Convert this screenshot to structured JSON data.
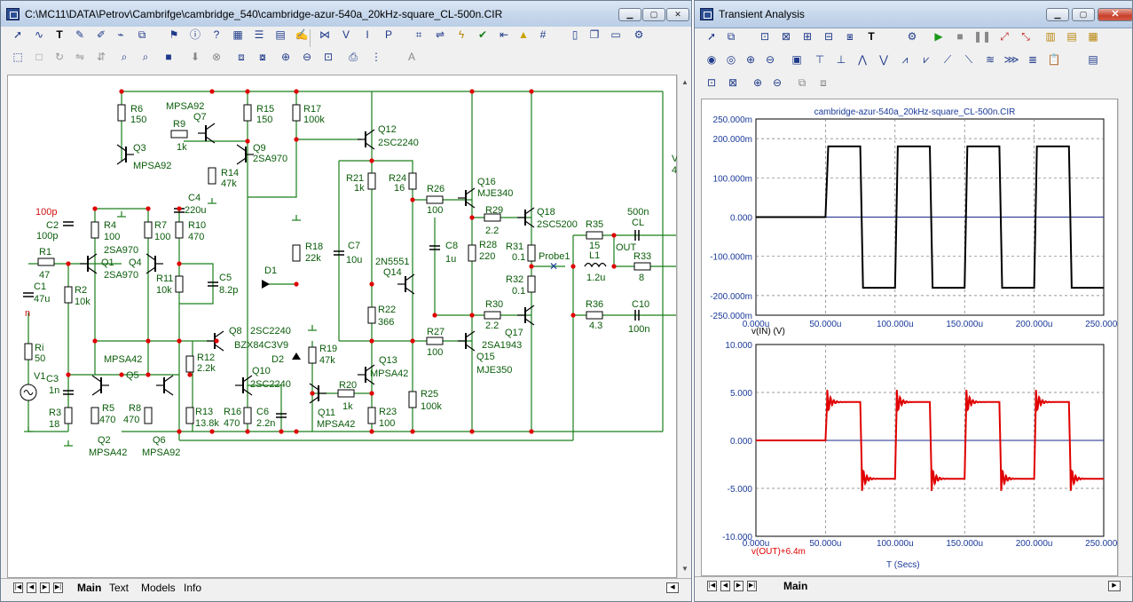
{
  "schematic_window": {
    "title": "C:\\MC11\\DATA\\Petrov\\Cambrifge\\cambridge_540\\cambridge-azur-540a_20kHz-square_CL-500n.CIR",
    "tabs": [
      "Main",
      "Text",
      "Models",
      "Info"
    ],
    "labels": {
      "R6": "R6",
      "v150a": "150",
      "MPSA92": "MPSA92",
      "Q7": "Q7",
      "R9": "R9",
      "v1k": "1k",
      "Q3": "Q3",
      "Q3m": "MPSA92",
      "R15": "R15",
      "v150b": "150",
      "R17": "R17",
      "v100k": "100k",
      "Q12": "Q12",
      "Q12m": "2SC2240",
      "Q9": "Q9",
      "Q9m": "2SA970",
      "R14": "R14",
      "v47k": "47k",
      "C4": "C4",
      "v220u": "220u",
      "R21": "R21",
      "v1kb": "1k",
      "R24": "R24",
      "v16": "16",
      "R26": "R26",
      "v100": "100",
      "Q16": "Q16",
      "Q16m": "MJE340",
      "p100": "100p",
      "C2": "C2",
      "v100p": "100p",
      "R4": "R4",
      "v100a": "100",
      "R7": "R7",
      "v100b": "100",
      "R10": "R10",
      "v470a": "470",
      "Q1m": "2SA970",
      "Q1": "Q1",
      "Q4": "Q4",
      "Q4m": "2SA970",
      "R1": "R1",
      "v47": "47",
      "C1": "C1",
      "v47u": "47u",
      "n": "n",
      "R2": "R2",
      "v10k": "10k",
      "R11": "R11",
      "v10kb": "10k",
      "C5": "C5",
      "v82p": "8.2p",
      "D1": "D1",
      "R18": "R18",
      "v22k": "22k",
      "C7": "C7",
      "v10u": "10u",
      "Q14m": "2N5551",
      "Q14": "Q14",
      "R22": "R22",
      "v366": "366",
      "C8": "C8",
      "v1u": "1u",
      "R28": "R28",
      "v220": "220",
      "R29": "R29",
      "v22a": "2.2",
      "R31": "R31",
      "v01a": "0.1",
      "Q18": "Q18",
      "Q18m": "2SC5200",
      "Probe1": "Probe1",
      "R32": "R32",
      "v01b": "0.1",
      "Q17": "Q17",
      "R30": "R30",
      "v22b": "2.2",
      "Q15": "Q15",
      "Q15m": "MJE350",
      "R27": "R27",
      "v100c": "100",
      "Q17m": "2SA1943",
      "R35": "R35",
      "v15": "15",
      "L1": "L1",
      "v12u": "1.2u",
      "OUT": "OUT",
      "v500n": "500n",
      "CL": "CL",
      "R33": "R33",
      "v8": "8",
      "R36": "R36",
      "v43": "4.3",
      "C10": "C10",
      "v100n": "100n",
      "Ri": "Ri",
      "v50": "50",
      "V1": "V1",
      "C3": "C3",
      "v1n": "1n",
      "R3": "R3",
      "v18": "18",
      "MPSA42": "MPSA42",
      "Q5": "Q5",
      "R5": "R5",
      "v470b": "470",
      "R8": "R8",
      "v470c": "470",
      "Q2": "Q2",
      "Q2m": "MPSA42",
      "Q6": "Q6",
      "Q6m": "MPSA92",
      "Q8": "Q8",
      "Q8m": "2SC2240",
      "D2m": "BZX84C3V9",
      "D2": "D2",
      "R12": "R12",
      "v22kb": "2.2k",
      "Q10": "Q10",
      "Q10m": "2SC2240",
      "R13": "R13",
      "v138k": "13.8k",
      "R16": "R16",
      "v470d": "470",
      "C6": "C6",
      "v22n": "2.2n",
      "R19": "R19",
      "v47kb": "47k",
      "R20": "R20",
      "v1kc": "1k",
      "Q13": "Q13",
      "Q13m": "MPSA42",
      "Q11": "Q11",
      "Q11m": "MPSA42",
      "R23": "R23",
      "v100d": "100",
      "R25": "R25",
      "v100kb": "100k",
      "V": "V",
      "v4": "4"
    }
  },
  "analysis_window": {
    "title": "Transient Analysis",
    "tabs": [
      "Main"
    ],
    "plot_title": "cambridge-azur-540a_20kHz-square_CL-500n.CIR",
    "top_plot": {
      "yticks": [
        "250.000m",
        "200.000m",
        "100.000m",
        "0.000",
        "-100.000m",
        "-200.000m",
        "-250.000m"
      ],
      "xticks": [
        "0.000u",
        "50.000u",
        "100.000u",
        "150.000u",
        "200.000u",
        "250.000u"
      ],
      "ylabel": "v(IN) (V)",
      "color": "#000000"
    },
    "bottom_plot": {
      "yticks": [
        "10.000",
        "5.000",
        "0.000",
        "-5.000",
        "-10.000"
      ],
      "xticks": [
        "0.000u",
        "50.000u",
        "100.000u",
        "150.000u",
        "200.000u",
        "250.000u"
      ],
      "ylabel": "v(OUT)+6.4m",
      "color": "#e00000"
    },
    "xlabel": "T (Secs)"
  },
  "chart_data": [
    {
      "type": "line",
      "title": "cambridge-azur-540a_20kHz-square_CL-500n.CIR",
      "xlabel": "",
      "ylabel": "v(IN) (V)",
      "xlim": [
        0,
        250
      ],
      "ylim": [
        -0.25,
        0.25
      ],
      "x_unit": "u",
      "grid": true,
      "series": [
        {
          "name": "v(IN) (V)",
          "color": "#000000",
          "points": [
            [
              0,
              0
            ],
            [
              50,
              0
            ],
            [
              52,
              0.18
            ],
            [
              75,
              0.18
            ],
            [
              77,
              -0.18
            ],
            [
              100,
              -0.18
            ],
            [
              102,
              0.18
            ],
            [
              125,
              0.18
            ],
            [
              127,
              -0.18
            ],
            [
              150,
              -0.18
            ],
            [
              152,
              0.18
            ],
            [
              175,
              0.18
            ],
            [
              177,
              -0.18
            ],
            [
              200,
              -0.18
            ],
            [
              202,
              0.18
            ],
            [
              225,
              0.18
            ],
            [
              227,
              -0.18
            ],
            [
              250,
              -0.18
            ]
          ]
        }
      ]
    },
    {
      "type": "line",
      "title": "",
      "xlabel": "T (Secs)",
      "ylabel": "v(OUT)+6.4m",
      "xlim": [
        0,
        250
      ],
      "ylim": [
        -10,
        10
      ],
      "x_unit": "u",
      "grid": true,
      "series": [
        {
          "name": "v(OUT)+6.4m",
          "color": "#e00000",
          "square": {
            "amplitude": 4.0,
            "period": 50,
            "start": 50,
            "overshoot": 5.5,
            "ring_period": 2.4,
            "ring_decay": 2.5
          }
        }
      ]
    }
  ]
}
